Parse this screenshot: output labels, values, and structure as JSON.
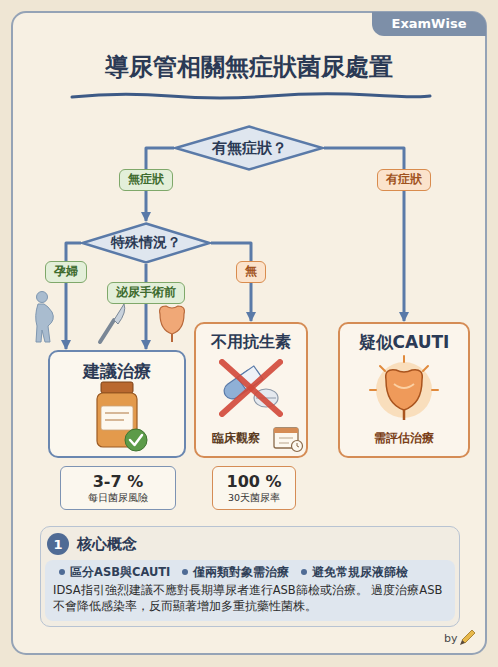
{
  "diagram": {
    "title": "導尿管相關無症狀菌尿處置",
    "nodes": [
      {
        "text": [
          "ExamWise"
        ]
      },
      {
        "text": [
          "有無症狀？"
        ]
      },
      {
        "text": [
          "特殊情況？"
        ]
      },
      {
        "text": [
          "建議治療"
        ]
      },
      {
        "text": [
          "不用抗生素",
          "臨床觀察"
        ]
      },
      {
        "text": [
          "疑似CAUTI",
          "需評估治療"
        ]
      },
      {
        "text": [
          "3-7 %",
          "每日菌尿風險"
        ]
      },
      {
        "text": [
          "100 %",
          "30天菌尿率"
        ]
      },
      {
        "text": [
          "核心概念"
        ]
      },
      {
        "text": [
          "1"
        ],
        "in": 8
      },
      {
        "text": [
          "區分ASB與CAUTI",
          "僅兩類對象需治療",
          "避免常規尿液篩檢",
          "IDSA指引強烈建議不應對長期導尿者進行ASB篩檢或治療。 過度治療ASB不會降低感染率，反而顯著增加多重抗藥性菌株。"
        ],
        "in": 8
      }
    ],
    "edges": [
      {
        "from": 1,
        "to": 2,
        "label": "無症狀",
        "arrow": "to"
      },
      {
        "from": 1,
        "to": 5,
        "label": "有症狀",
        "arrow": "to"
      },
      {
        "from": 2,
        "to": 3,
        "label": "孕婦",
        "arrow": "to"
      },
      {
        "from": 2,
        "to": 3,
        "label": "泌尿手術前",
        "arrow": "to"
      },
      {
        "from": 2,
        "to": 4,
        "label": "無",
        "arrow": "to"
      }
    ],
    "labels": [
      "by"
    ]
  }
}
